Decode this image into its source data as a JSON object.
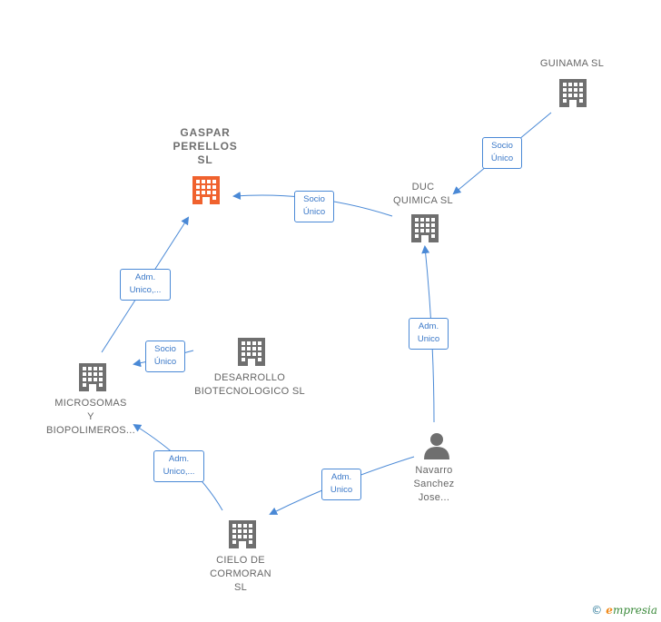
{
  "nodes": {
    "gaspar": {
      "label_lines": [
        "GASPAR",
        "PERELLOS",
        "SL"
      ],
      "kind": "company",
      "highlight": true
    },
    "guinama": {
      "label_lines": [
        "GUINAMA SL"
      ],
      "kind": "company"
    },
    "duc": {
      "label_lines": [
        "DUC",
        "QUIMICA SL"
      ],
      "kind": "company"
    },
    "desarrollo": {
      "label_lines": [
        "DESARROLLO",
        "BIOTECNOLOGICO SL"
      ],
      "kind": "company"
    },
    "microsomas": {
      "label_lines": [
        "MICROSOMAS",
        "Y",
        "BIOPOLIMEROS..."
      ],
      "kind": "company"
    },
    "navarro": {
      "label_lines": [
        "Navarro",
        "Sanchez",
        "Jose..."
      ],
      "kind": "person"
    },
    "cielo": {
      "label_lines": [
        "CIELO DE",
        "CORMORAN",
        "SL"
      ],
      "kind": "company"
    }
  },
  "edges": {
    "guinama_duc": {
      "label_lines": [
        "Socio",
        "Único"
      ]
    },
    "duc_gaspar": {
      "label_lines": [
        "Socio",
        "Único"
      ]
    },
    "micro_gaspar": {
      "label_lines": [
        "Adm.",
        "Unico,..."
      ]
    },
    "desarrollo_micro": {
      "label_lines": [
        "Socio",
        "Único"
      ]
    },
    "navarro_duc": {
      "label_lines": [
        "Adm.",
        "Unico"
      ]
    },
    "navarro_cielo": {
      "label_lines": [
        "Adm.",
        "Unico"
      ]
    },
    "cielo_micro": {
      "label_lines": [
        "Adm.",
        "Unico,..."
      ]
    }
  },
  "colors": {
    "edge": "#4a89d6",
    "node_icon": "#6f6f6f",
    "highlight_icon": "#f0622e"
  },
  "footer": {
    "copyright": "©",
    "brand_initial": "e",
    "brand_rest": "mpresia"
  }
}
